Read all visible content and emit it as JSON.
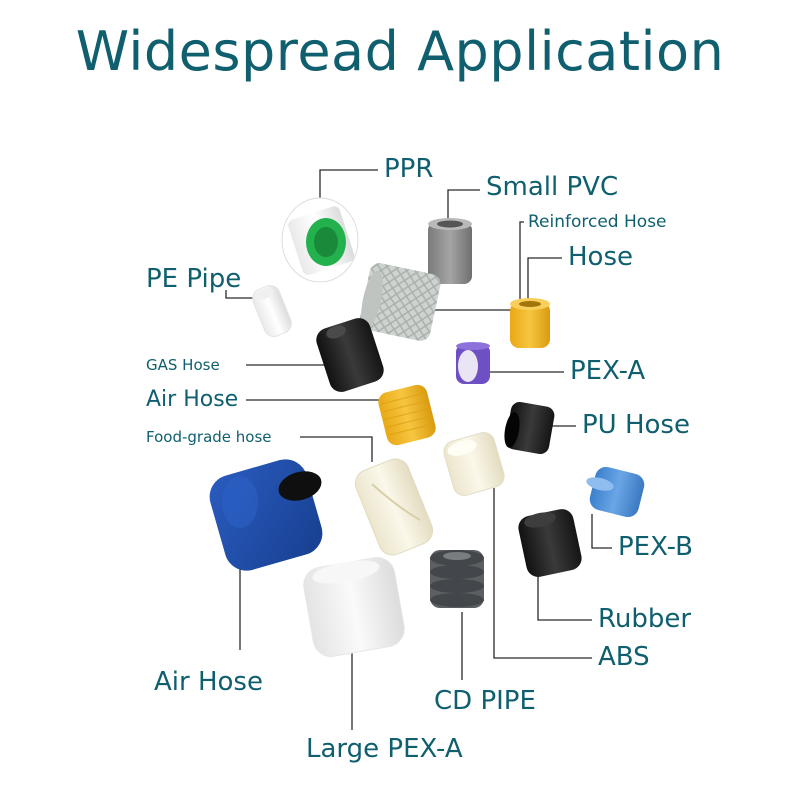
{
  "title": "Widespread Application",
  "labels": {
    "ppr": "PPR",
    "small_pvc": "Small PVC",
    "reinforced_hose": "Reinforced Hose",
    "hose": "Hose",
    "pe_pipe": "PE Pipe",
    "gas_hose": "GAS Hose",
    "pex_a": "PEX-A",
    "air_hose_upper": "Air Hose",
    "pu_hose": "PU Hose",
    "food_grade_hose": "Food-grade hose",
    "pex_b": "PEX-B",
    "rubber": "Rubber",
    "abs": "ABS",
    "air_hose_lower": "Air Hose",
    "cd_pipe": "CD PIPE",
    "large_pex_a": "Large PEX-A"
  },
  "colors": {
    "text": "#0f5f6e",
    "ppr_inner": "#22b14c",
    "small_pvc": "#8c8c8c",
    "hose_yellow": "#f2b822",
    "pex_a_purple": "#6e4fc4",
    "pex_b_blue": "#4a90d9",
    "air_hose_blue": "#1f4fa8",
    "black": "#1c1c1c"
  }
}
